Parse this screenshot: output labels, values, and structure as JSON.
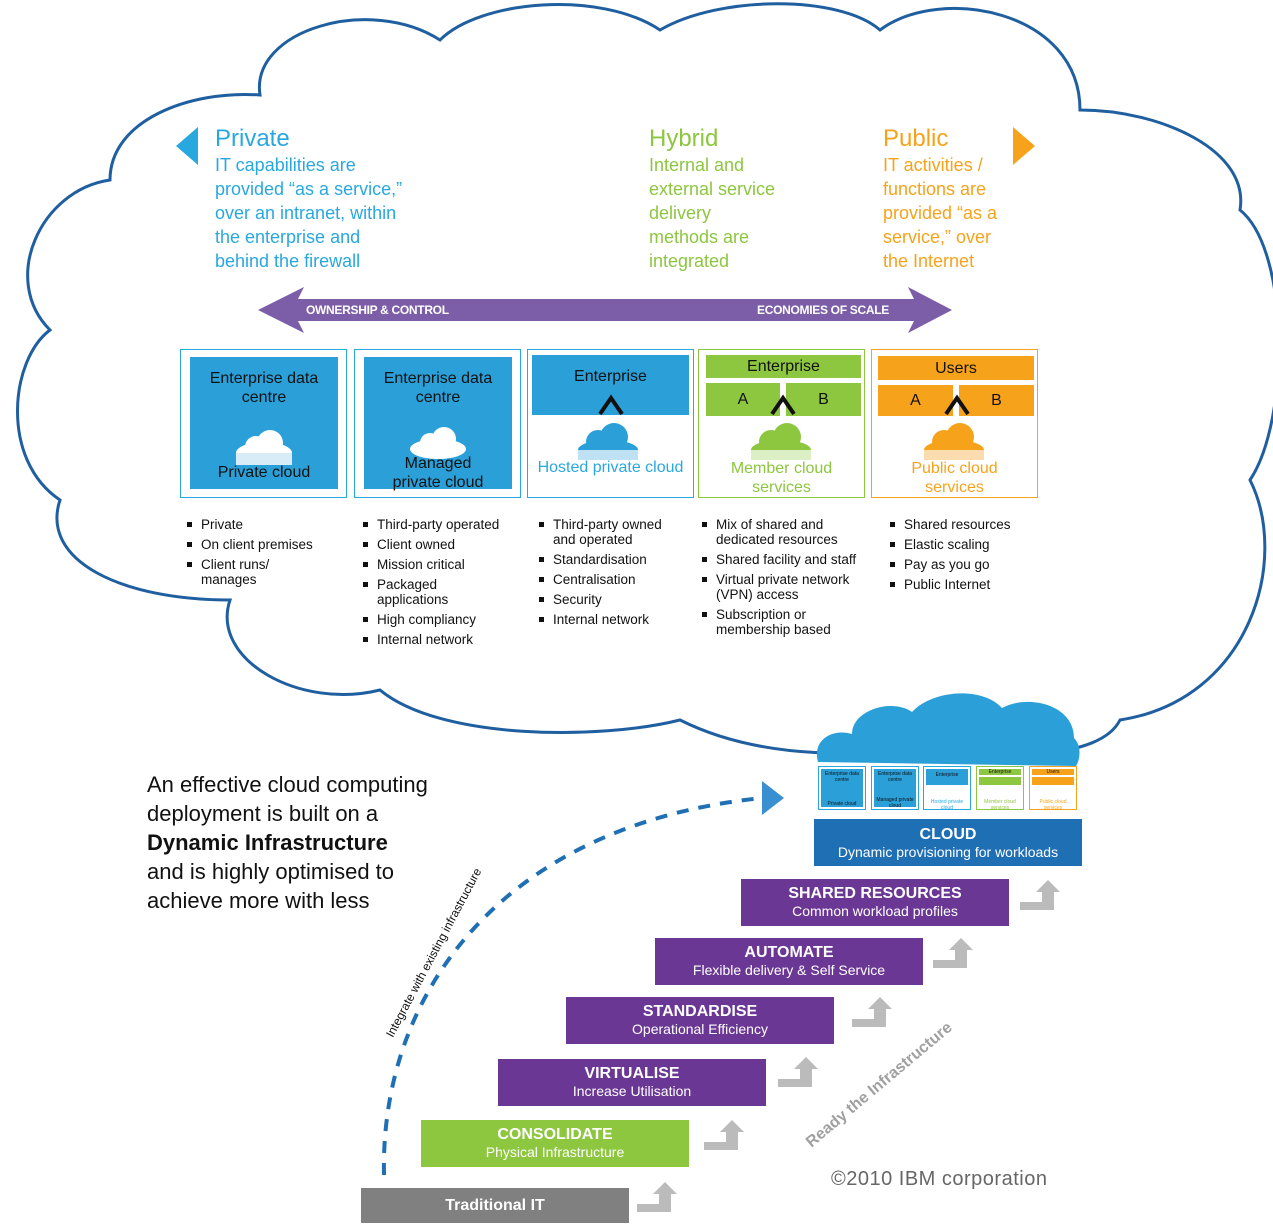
{
  "private": {
    "title": "Private",
    "desc": [
      "IT capabilities are",
      "provided “as a service,”",
      "over an intranet, within",
      "the enterprise and",
      "behind the firewall"
    ]
  },
  "hybrid": {
    "title": "Hybrid",
    "desc": [
      "Internal and",
      "external service",
      "delivery",
      "methods are",
      "integrated"
    ]
  },
  "public": {
    "title": "Public",
    "desc": [
      "IT activities /",
      "functions are",
      "provided “as a",
      "service,” over",
      "the Internet"
    ]
  },
  "arrow": {
    "left_label": "OWNERSHIP & CONTROL",
    "right_label": "ECONOMIES OF SCALE"
  },
  "models": [
    {
      "top": "Enterprise data centre",
      "bottom": "Private cloud"
    },
    {
      "top": "Enterprise data centre",
      "bottom": "Managed private cloud"
    },
    {
      "top": "Enterprise",
      "bottom": "Hosted private cloud"
    },
    {
      "top": "Enterprise",
      "a": "A",
      "b": "B",
      "bottom": "Member cloud services"
    },
    {
      "top": "Users",
      "a": "A",
      "b": "B",
      "bottom": "Public cloud services"
    }
  ],
  "bullets": [
    [
      "Private",
      "On client premises",
      "Client runs/ manages"
    ],
    [
      "Third-party operated",
      "Client owned",
      "Mission critical",
      "Packaged applications",
      "High compliancy",
      "Internal network"
    ],
    [
      "Third-party owned and operated",
      "Standardisation",
      "Centralisation",
      "Security",
      "Internal network"
    ],
    [
      "Mix of shared and dedicated resources",
      "Shared facility and staff",
      "Virtual private network (VPN) access",
      "Subscription or membership based"
    ],
    [
      "Shared resources",
      "Elastic scaling",
      "Pay as you go",
      "Public Internet"
    ]
  ],
  "tagline": {
    "line1": "An effective cloud computing",
    "line2": "deployment is built on a",
    "bold": "Dynamic Infrastructure",
    "line4": "and is highly optimised to",
    "line5": "achieve more with less"
  },
  "steps": [
    {
      "title": "CLOUD",
      "subtitle": "Dynamic provisioning for workloads",
      "color": "#1f6fb5"
    },
    {
      "title": "SHARED RESOURCES",
      "subtitle": "Common workload profiles",
      "color": "#6b3795"
    },
    {
      "title": "AUTOMATE",
      "subtitle": "Flexible delivery & Self Service",
      "color": "#6b3795"
    },
    {
      "title": "STANDARDISE",
      "subtitle": "Operational Efficiency",
      "color": "#6b3795"
    },
    {
      "title": "VIRTUALISE",
      "subtitle": "Increase Utilisation",
      "color": "#6b3795"
    },
    {
      "title": "CONSOLIDATE",
      "subtitle": "Physical Infrastructure",
      "color": "#8dc63f"
    },
    {
      "title": "Traditional IT",
      "subtitle": "",
      "color": "#808080"
    }
  ],
  "mini_models": [
    {
      "top": "Enterprise data centre",
      "bottom": "Private cloud"
    },
    {
      "top": "Enterprise data centre",
      "bottom": "Managed private cloud"
    },
    {
      "top": "Enterprise",
      "bottom": "Hosted private cloud"
    },
    {
      "top": "Enterprise",
      "bottom": "Member cloud services"
    },
    {
      "top": "Users",
      "bottom": "Public cloud services"
    }
  ],
  "integrate_label": "Integrate with existing infrastructure",
  "ready_label": "Ready the Infrastructure",
  "copyright": "©2010 IBM corporation",
  "colors": {
    "private": "#29a8df",
    "hybrid": "#8dc63f",
    "public": "#f6a31b",
    "arrow": "#7b5ea7",
    "cloud_outline": "#1f5fa0",
    "step_purple": "#6b3795",
    "step_blue": "#1f6fb5"
  }
}
